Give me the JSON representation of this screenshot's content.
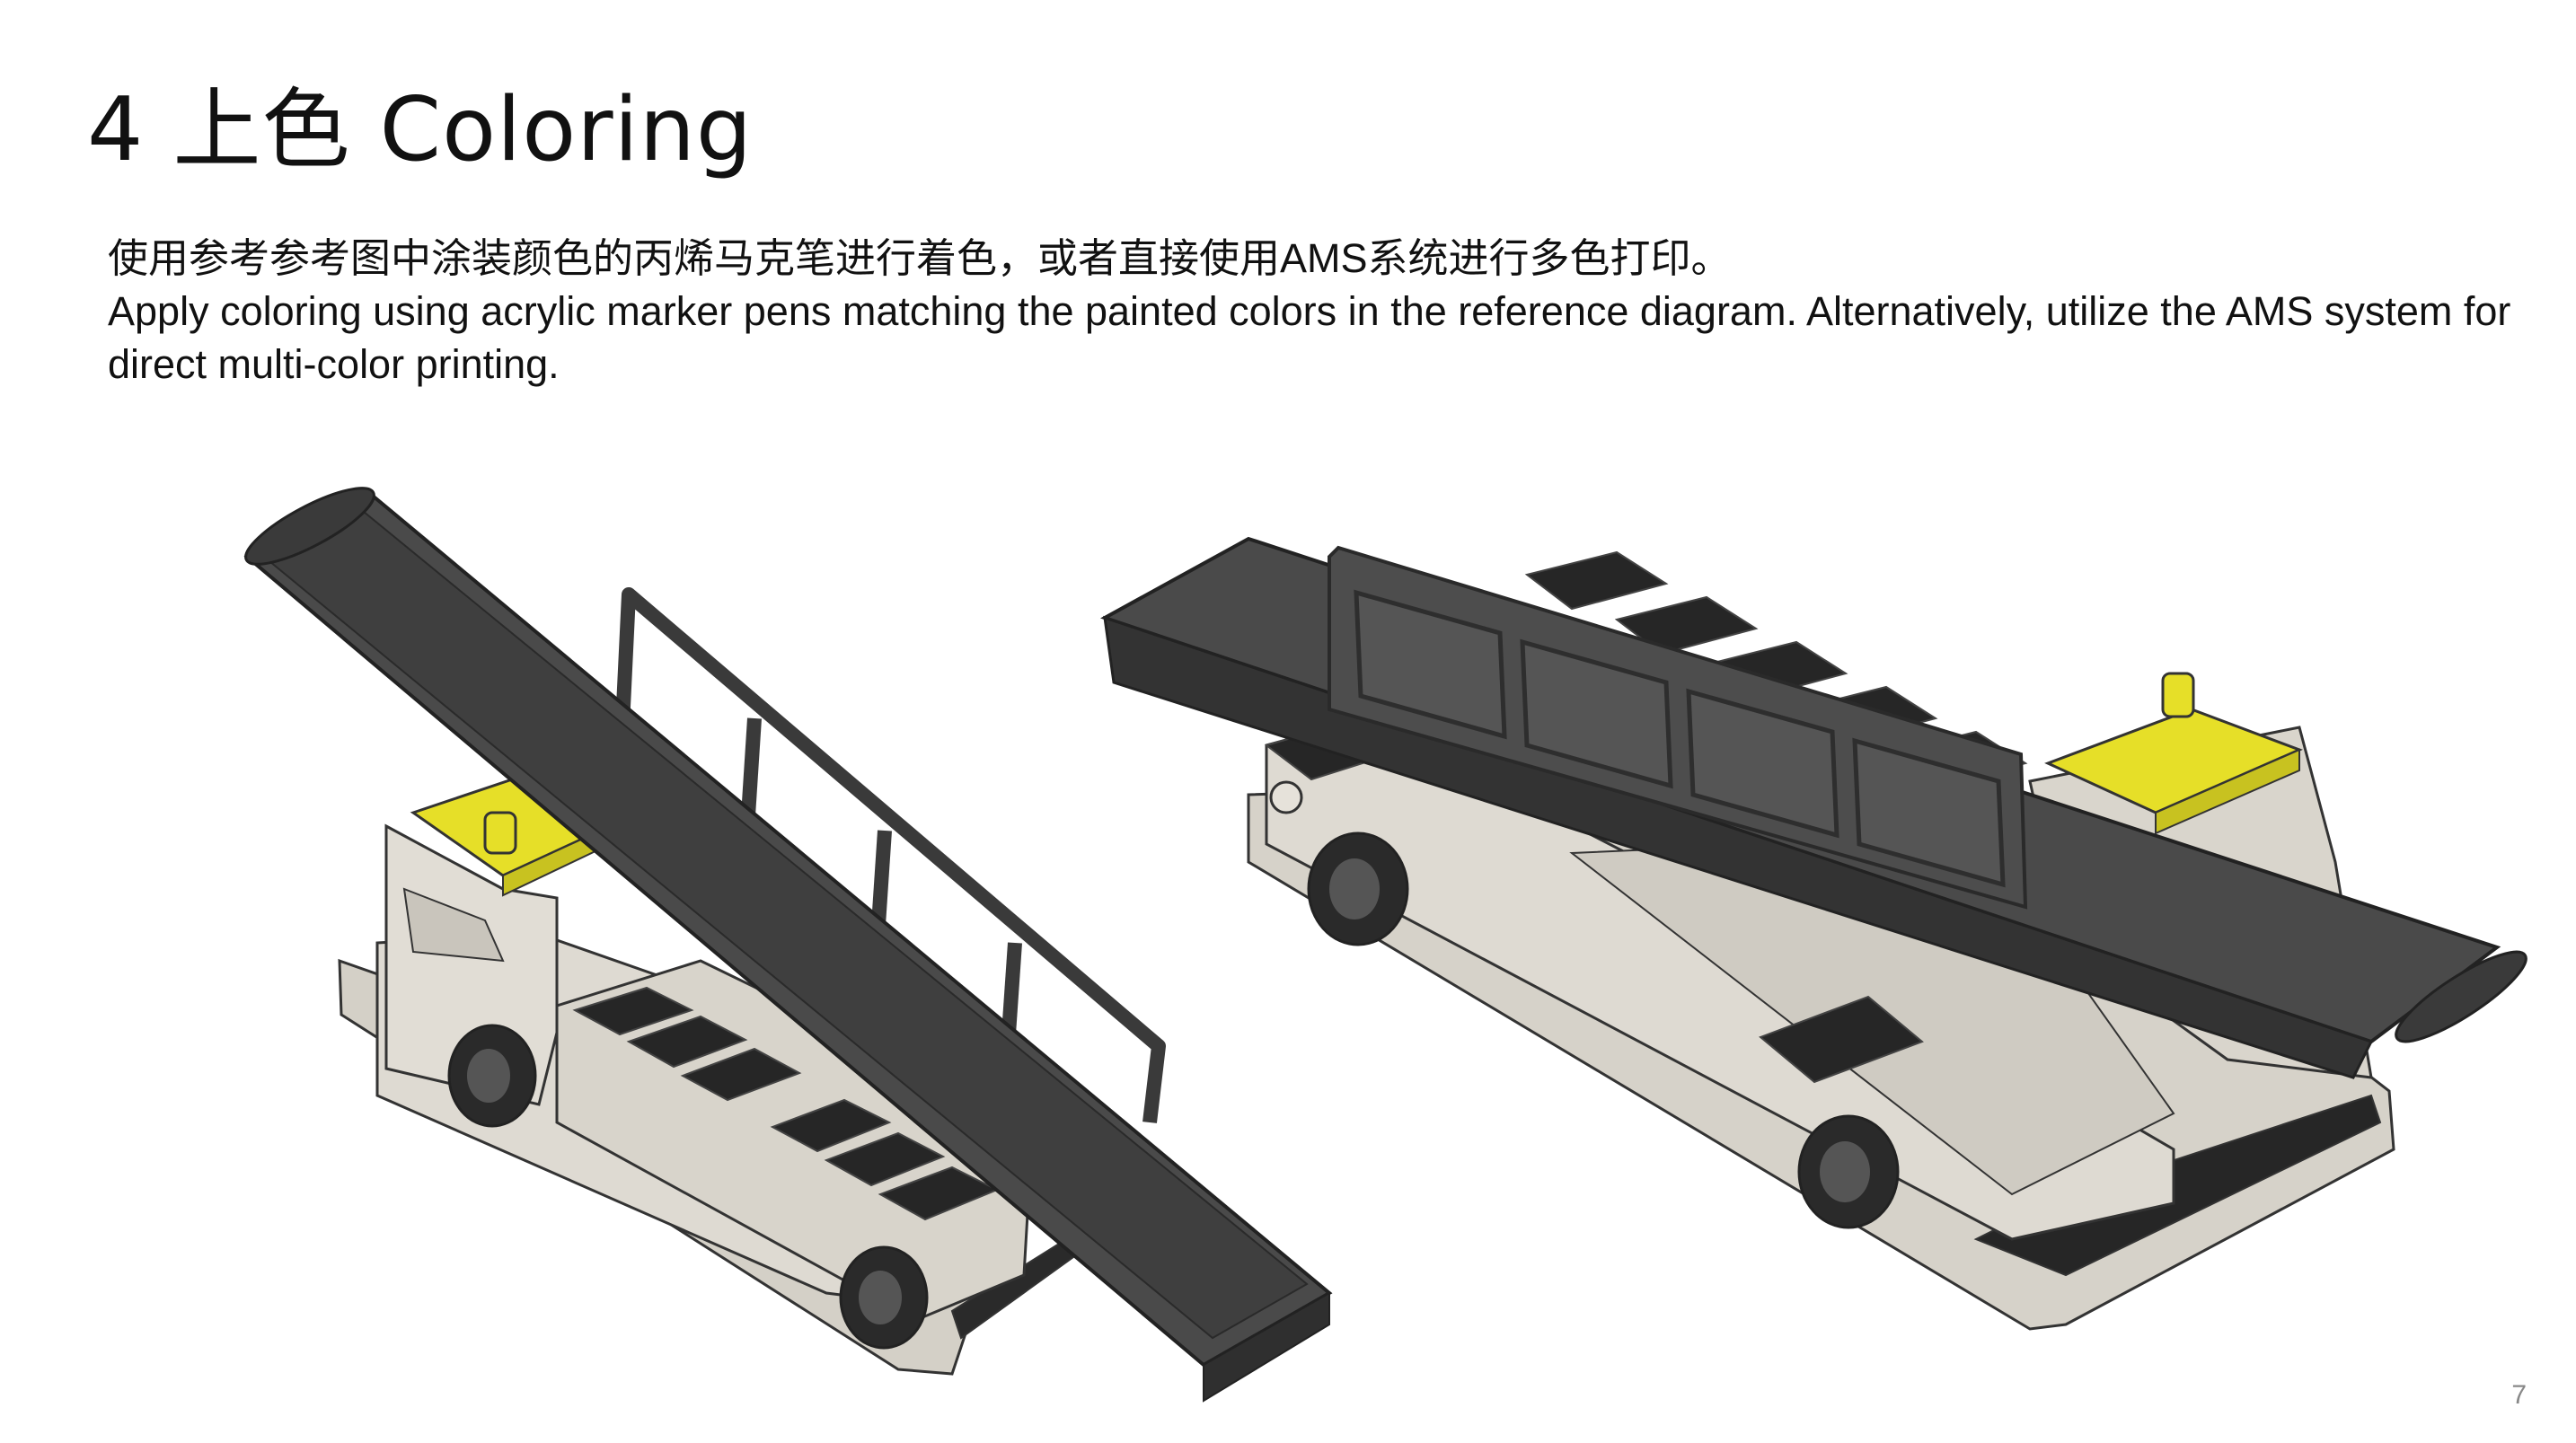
{
  "slide": {
    "title": "4 上色 Coloring",
    "desc_zh": "使用参考参考图中涂装颜色的丙烯马克笔进行着色，或者直接使用AMS系统进行多色打印。",
    "desc_en": "Apply coloring using acrylic marker pens matching the painted colors in the reference diagram. Alternatively, utilize the AMS system for direct multi-color printing.",
    "page_number": "7"
  },
  "colors": {
    "belt": "#4a4a4a",
    "belt_dark": "#2f2f2f",
    "body": "#dedad2",
    "body_shadow": "#bdb9b0",
    "cab_roof": "#e6df28",
    "steps": "#262626",
    "tire": "#2a2a2a",
    "hub": "#555555"
  },
  "figures": [
    {
      "name": "belt-loader-left-view"
    },
    {
      "name": "belt-loader-right-view"
    }
  ]
}
